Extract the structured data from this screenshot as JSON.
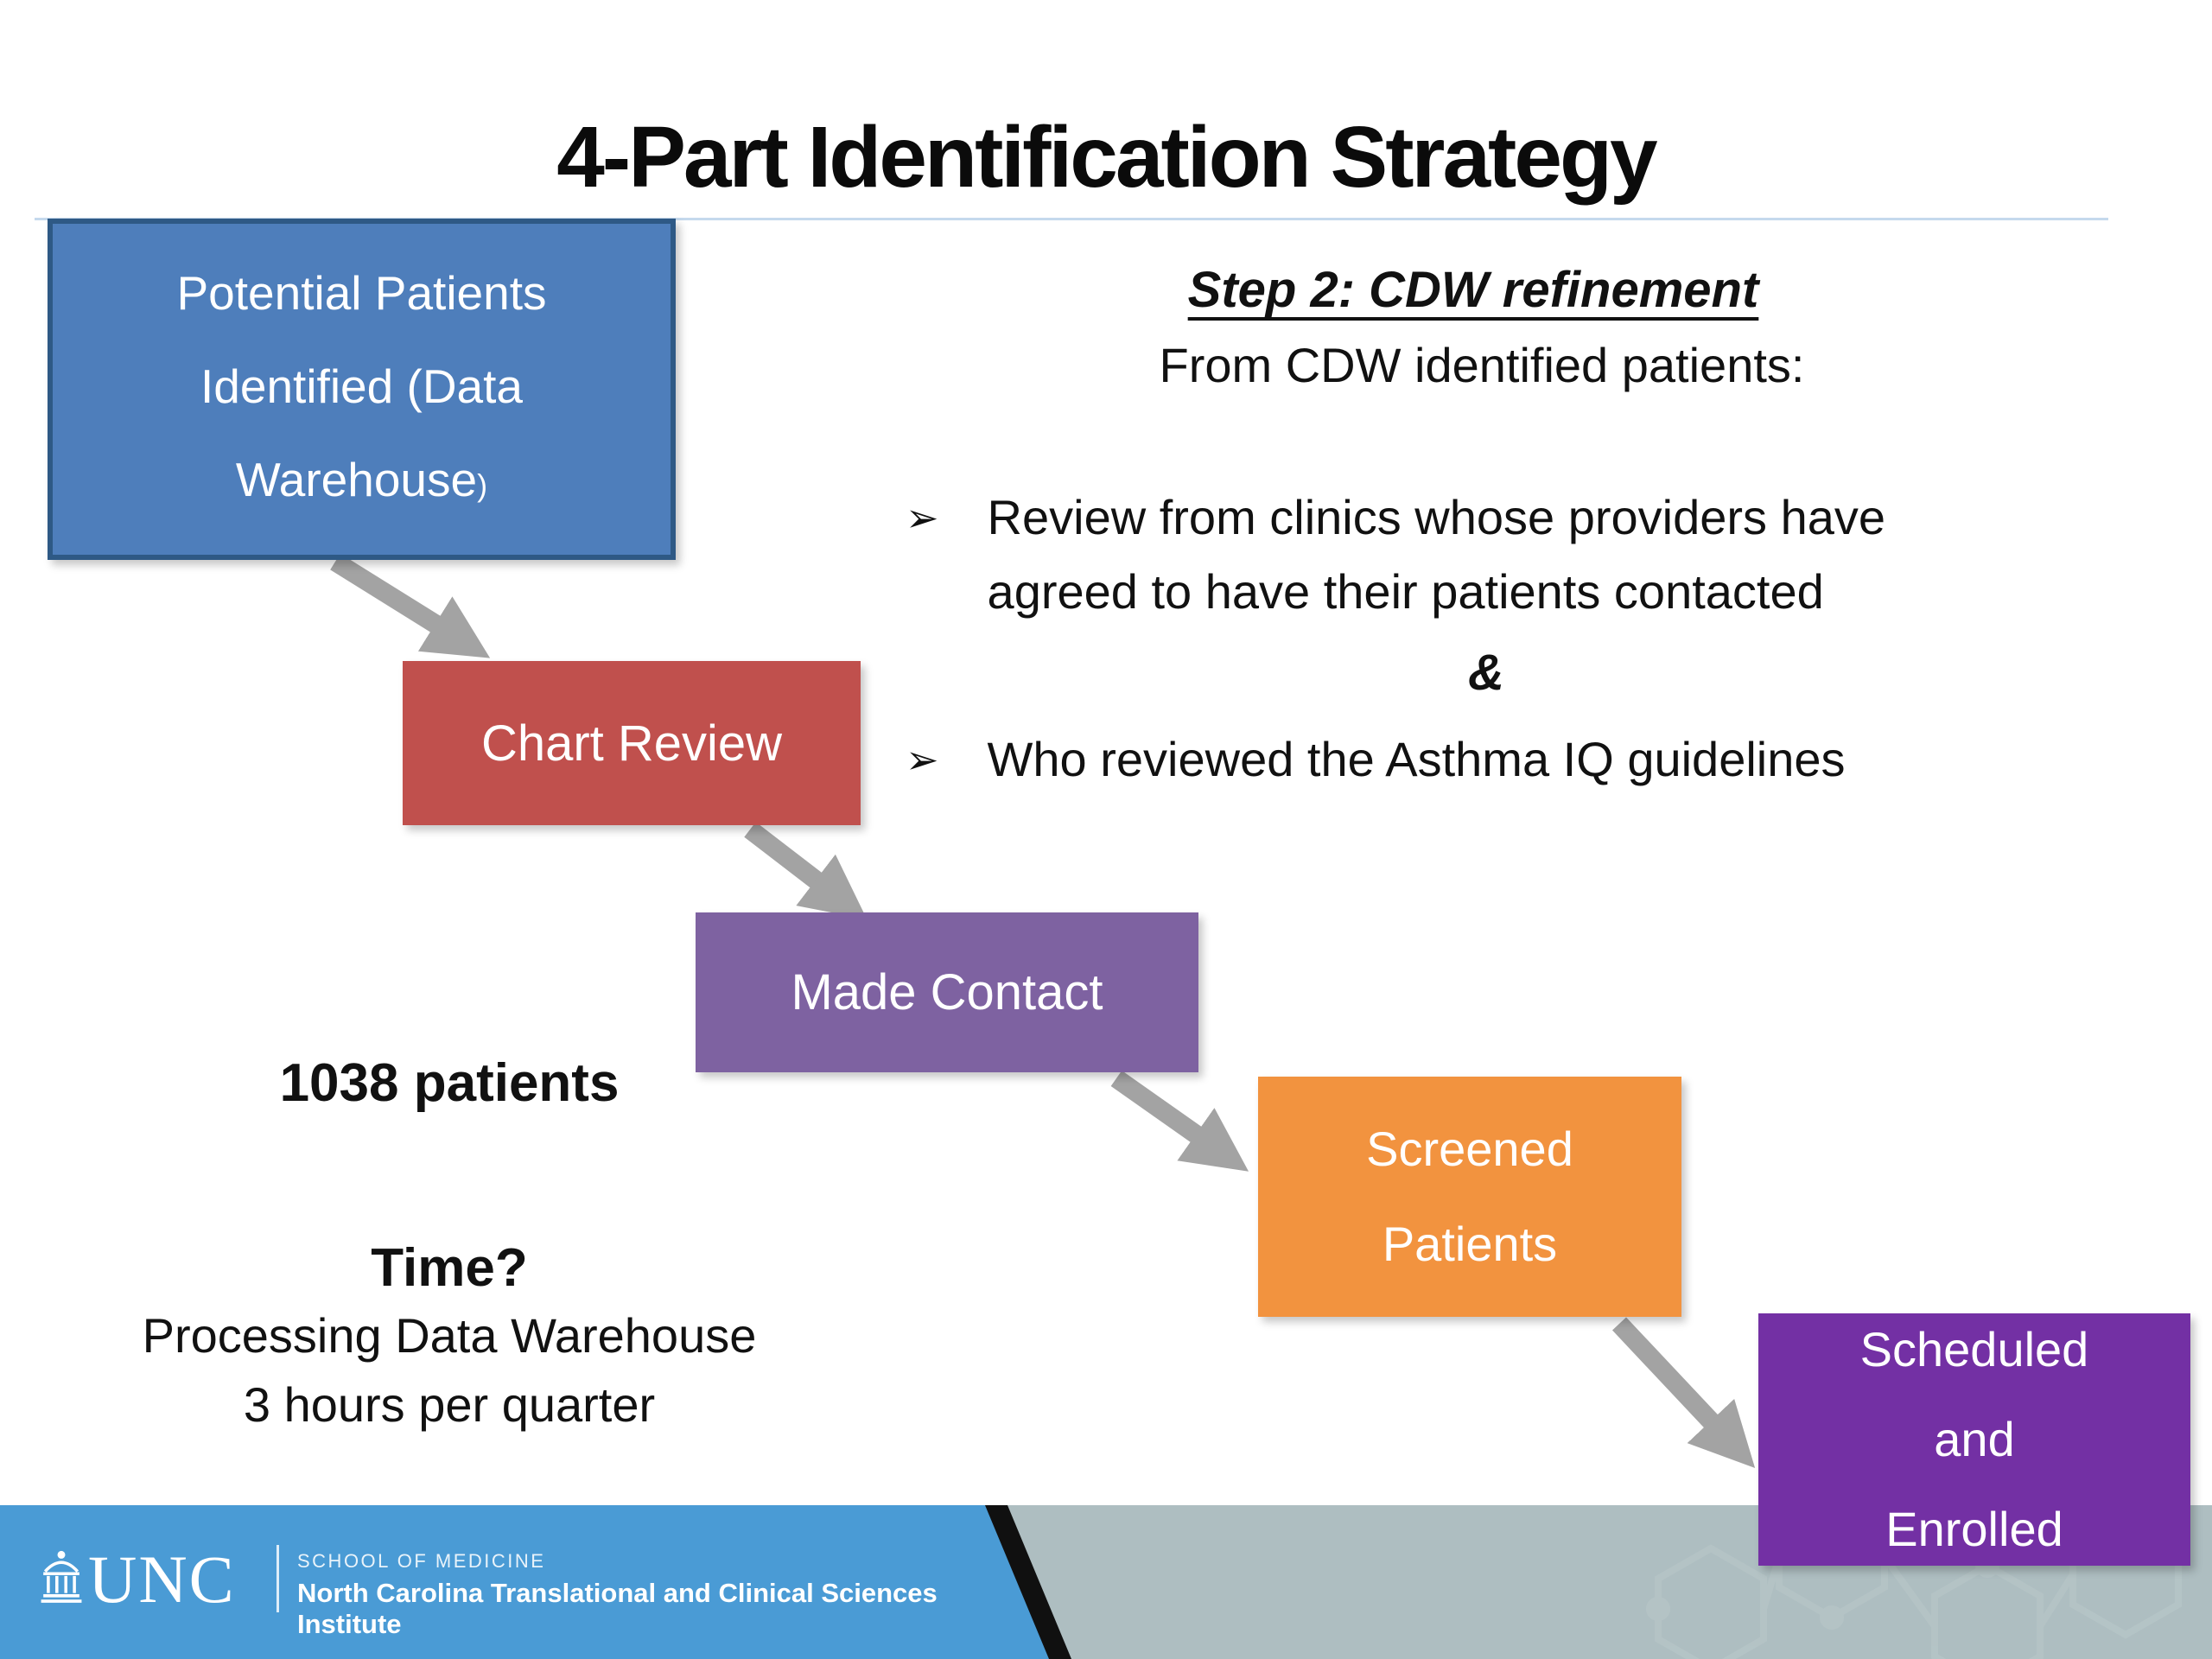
{
  "slide": {
    "title": "4-Part Identification Strategy"
  },
  "flow": {
    "boxes": [
      {
        "name": "Potential Patients Identified (Data Warehouse)",
        "lines": [
          "Potential Patients",
          "Identified (Data",
          "Warehouse"
        ],
        "suffix": ")",
        "color": "#4e7ebb",
        "border_color": "#2e5985"
      },
      {
        "name": "Chart Review",
        "lines": [
          "Chart Review"
        ],
        "color": "#c0504d"
      },
      {
        "name": "Made Contact",
        "lines": [
          "Made Contact"
        ],
        "color": "#7e62a1"
      },
      {
        "name": "Screened Patients",
        "lines": [
          "Screened",
          "Patients"
        ],
        "color": "#f2933f"
      },
      {
        "name": "Scheduled and Enrolled",
        "lines": [
          "Scheduled",
          "and",
          "Enrolled"
        ],
        "color": "#7330a4"
      }
    ],
    "arrow_color": "#a3a3a3"
  },
  "step2": {
    "heading": "Step 2: CDW refinement",
    "subheading": "From CDW identified patients:",
    "bullets": [
      {
        "icon": "➢",
        "lines": [
          "Review from clinics whose providers have",
          "agreed to have their patients contacted"
        ]
      },
      {
        "icon": "➢",
        "lines": [
          "Who reviewed the Asthma IQ guidelines"
        ]
      }
    ],
    "connector": "&"
  },
  "stats": {
    "patients_label": "1038 patients",
    "time_heading": "Time?",
    "time_lines": [
      "Processing Data Warehouse",
      "3 hours per quarter"
    ]
  },
  "footer": {
    "logo_text": "UNC",
    "school_label": "SCHOOL OF MEDICINE",
    "institute_label": "North Carolina Translational and Clinical Sciences Institute",
    "band_blue": "#4a9bd5",
    "band_gray": "#aebec1",
    "edge_black": "#101010"
  },
  "colors": {
    "title_text": "#0b0b0b",
    "title_rule": "#c5d9ed",
    "body_text": "#111111",
    "box_text": "#ffffff"
  }
}
